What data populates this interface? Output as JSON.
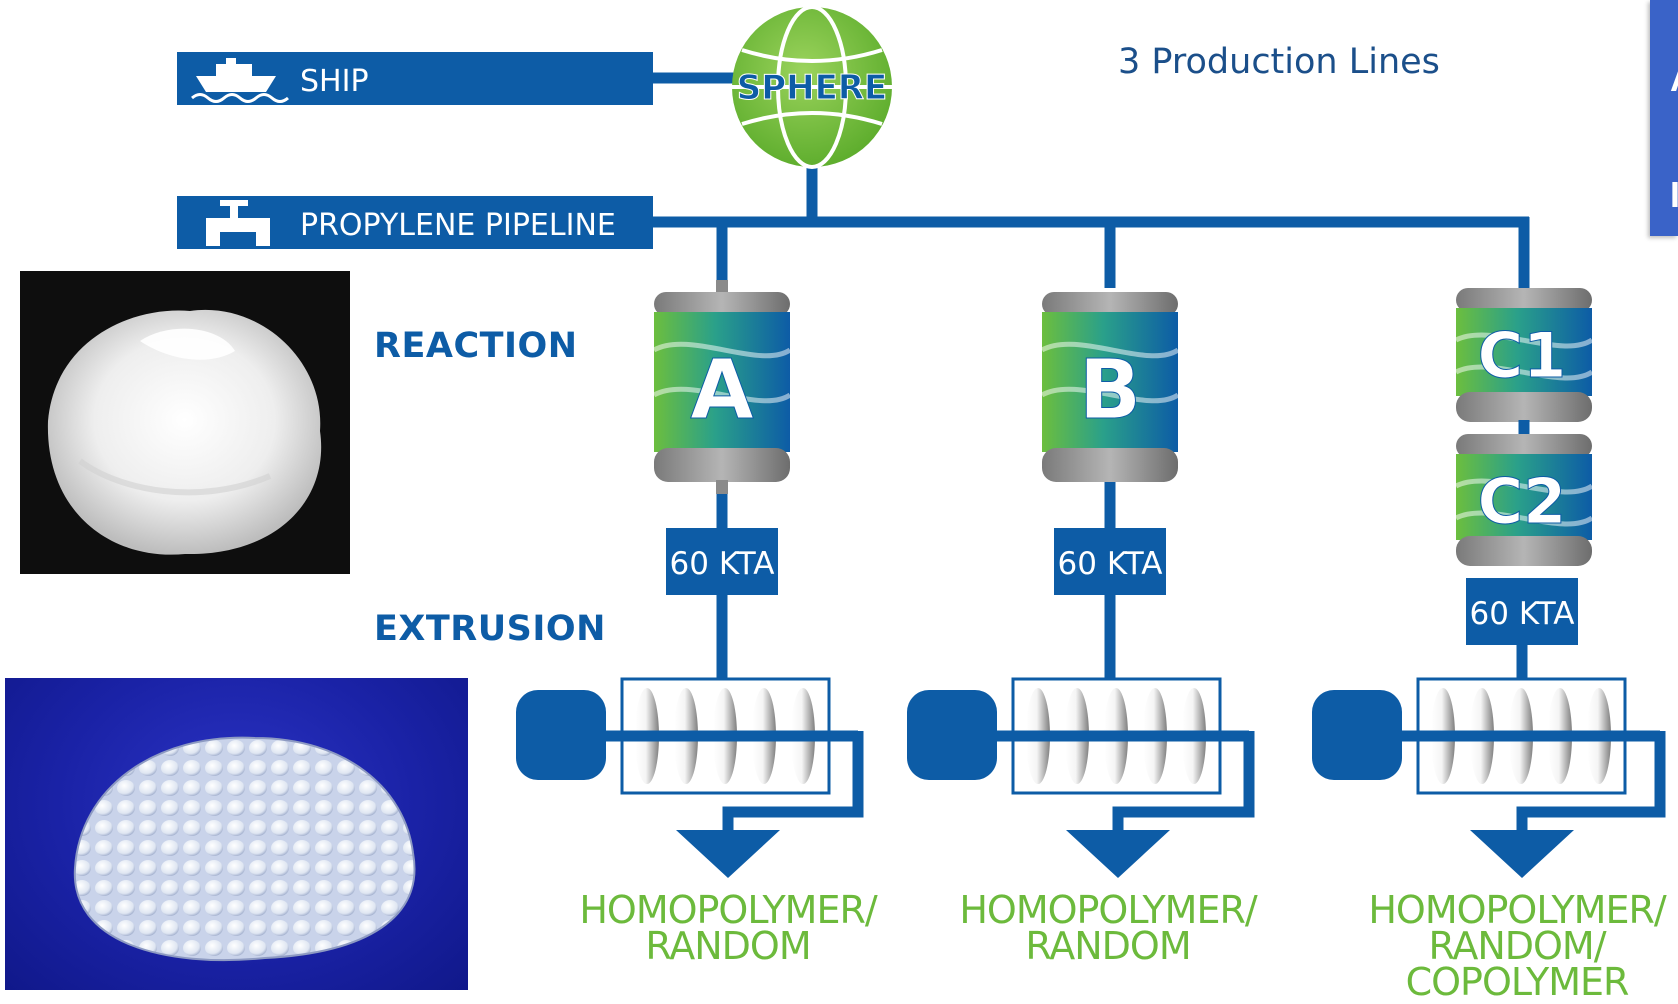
{
  "sources": {
    "ship_label": "SHIP",
    "pipeline_label": "PROPYLENE PIPELINE",
    "ship_icon": "ship-icon",
    "pipeline_icon": "faucet-icon"
  },
  "sphere": {
    "label": "SPHERE"
  },
  "heading": "3 Production Lines",
  "stage_labels": {
    "reaction": "REACTION",
    "extrusion": "EXTRUSION"
  },
  "lines": [
    {
      "reactors": [
        "A"
      ],
      "capacity": "60 KTA",
      "product": [
        "HOMOPOLYMER/",
        "RANDOM"
      ]
    },
    {
      "reactors": [
        "B"
      ],
      "capacity": "60 KTA",
      "product": [
        "HOMOPOLYMER/",
        "RANDOM"
      ]
    },
    {
      "reactors": [
        "C1",
        "C2"
      ],
      "capacity": "60 KTA",
      "product": [
        "HOMOPOLYMER/",
        "RANDOM/",
        "COPOLYMER"
      ]
    }
  ],
  "photos": {
    "powder": "polypropylene-powder-photo",
    "pellets": "polypropylene-pellets-photo"
  },
  "corner_panel": {
    "top": "A",
    "bottom": "I"
  },
  "colors": {
    "blue": "#0d5ca6",
    "green": "#6cba3c",
    "sphere_green": "#7cc243",
    "reactor_grey": "#8a8a8a"
  }
}
